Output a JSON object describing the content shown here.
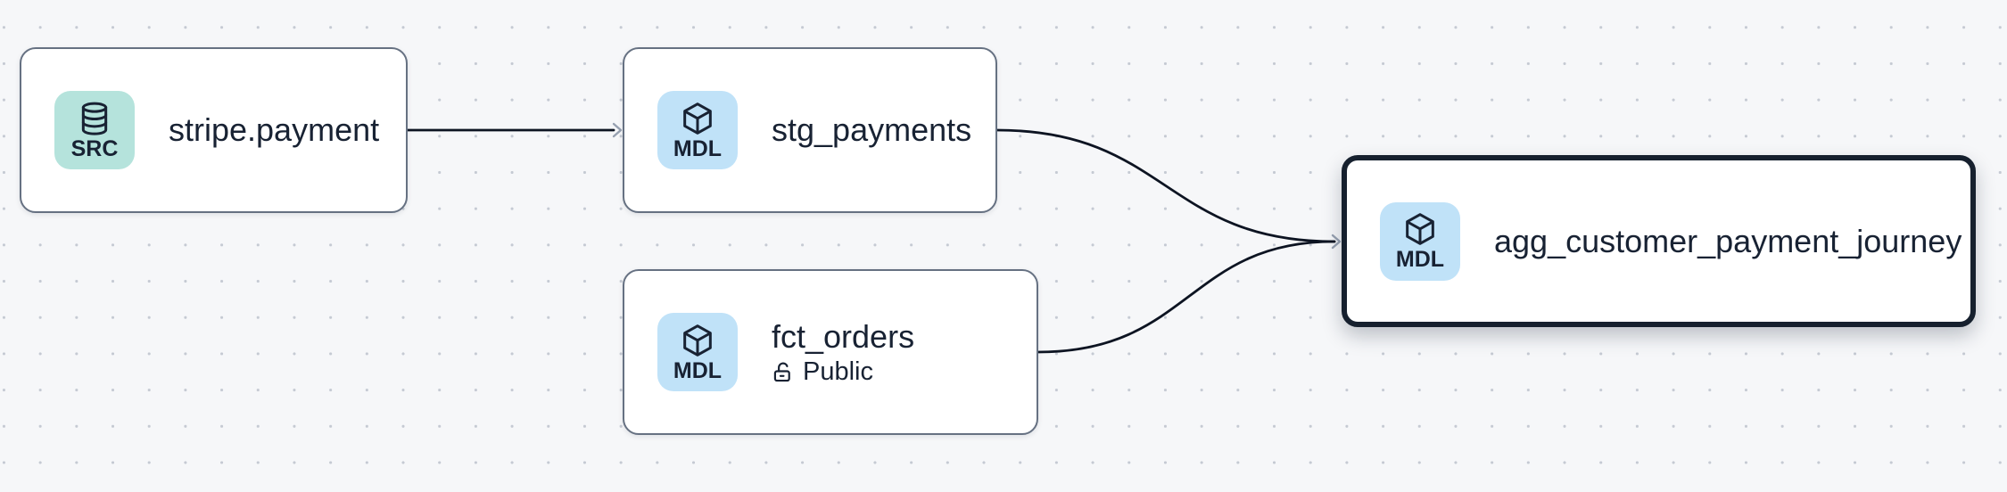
{
  "canvas": {
    "background_color": "#f6f7f9",
    "dot_color": "#c5cad3",
    "edge_color": "#0d1422",
    "arrowhead_color": "#97a1b1",
    "node_border_color": "#667182",
    "selected_node_border_color": "#16202e",
    "text_color": "#182233"
  },
  "nodes": [
    {
      "label": "stripe.payment",
      "type": "source",
      "selected": false,
      "badge": {
        "label": "SRC",
        "icon": "database-icon",
        "background": "#b5e3dc"
      }
    },
    {
      "label": "stg_payments",
      "type": "model",
      "selected": false,
      "badge": {
        "label": "MDL",
        "icon": "cube-icon",
        "background": "#c0e2f8"
      }
    },
    {
      "label": "fct_orders",
      "type": "model",
      "selected": false,
      "badge": {
        "label": "MDL",
        "icon": "cube-icon",
        "background": "#c0e2f8"
      },
      "access": {
        "label": "Public",
        "icon": "unlock-icon"
      }
    },
    {
      "label": "agg_customer_payment_journey",
      "type": "model",
      "selected": true,
      "badge": {
        "label": "MDL",
        "icon": "cube-icon",
        "background": "#c0e2f8"
      }
    }
  ],
  "edges": [
    {
      "from": "stripe.payment",
      "to": "stg_payments"
    },
    {
      "from": "stg_payments",
      "to": "agg_customer_payment_journey"
    },
    {
      "from": "fct_orders",
      "to": "agg_customer_payment_journey"
    }
  ]
}
